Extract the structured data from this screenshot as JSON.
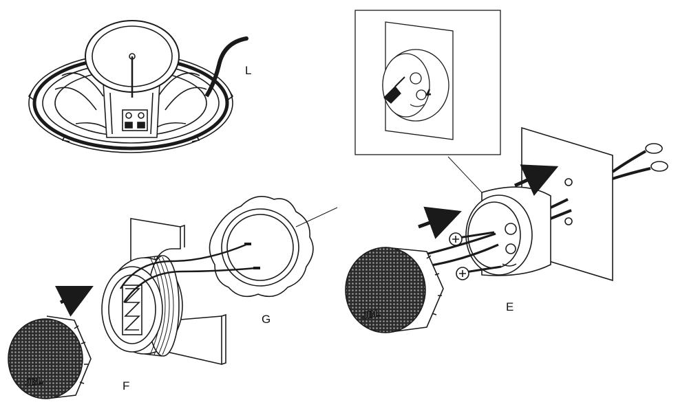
{
  "labels": {
    "L": "L",
    "G": "G",
    "E": "E",
    "F": "F"
  },
  "logo_text": "JBL",
  "colors": {
    "line": "#1a1a1a",
    "background": "#ffffff",
    "grille": "#2b2b2b"
  }
}
